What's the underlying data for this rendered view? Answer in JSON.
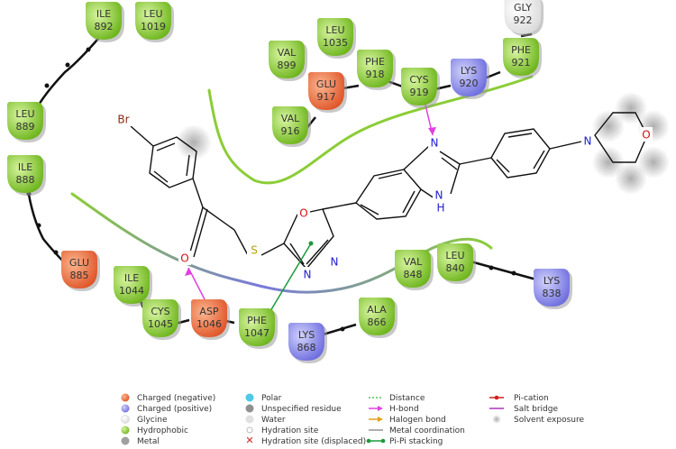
{
  "residues": [
    {
      "name": "ILE",
      "num": "892",
      "type": "hydrophobic"
    },
    {
      "name": "LEU",
      "num": "1019",
      "type": "hydrophobic"
    },
    {
      "name": "LEU",
      "num": "1035",
      "type": "hydrophobic"
    },
    {
      "name": "VAL",
      "num": "899",
      "type": "hydrophobic"
    },
    {
      "name": "GLU",
      "num": "917",
      "type": "negative"
    },
    {
      "name": "VAL",
      "num": "916",
      "type": "hydrophobic"
    },
    {
      "name": "PHE",
      "num": "918",
      "type": "hydrophobic"
    },
    {
      "name": "CYS",
      "num": "919",
      "type": "hydrophobic"
    },
    {
      "name": "LYS",
      "num": "920",
      "type": "positive"
    },
    {
      "name": "PHE",
      "num": "921",
      "type": "hydrophobic"
    },
    {
      "name": "GLY",
      "num": "922",
      "type": "glycine"
    },
    {
      "name": "LEU",
      "num": "889",
      "type": "hydrophobic"
    },
    {
      "name": "ILE",
      "num": "888",
      "type": "hydrophobic"
    },
    {
      "name": "GLU",
      "num": "885",
      "type": "negative"
    },
    {
      "name": "ILE",
      "num": "1044",
      "type": "hydrophobic"
    },
    {
      "name": "CYS",
      "num": "1045",
      "type": "hydrophobic"
    },
    {
      "name": "ASP",
      "num": "1046",
      "type": "negative"
    },
    {
      "name": "PHE",
      "num": "1047",
      "type": "hydrophobic"
    },
    {
      "name": "LYS",
      "num": "868",
      "type": "positive"
    },
    {
      "name": "ALA",
      "num": "866",
      "type": "hydrophobic"
    },
    {
      "name": "VAL",
      "num": "848",
      "type": "hydrophobic"
    },
    {
      "name": "LEU",
      "num": "840",
      "type": "hydrophobic"
    },
    {
      "name": "LYS",
      "num": "838",
      "type": "positive"
    }
  ],
  "atoms": {
    "br": "Br",
    "o_ketone": "O",
    "s": "S",
    "o_ring": "O",
    "n1": "N",
    "n2": "N",
    "n_benz": "N",
    "nh_benz": "N",
    "h_benz": "H",
    "n_morph": "N",
    "o_morph": "O"
  },
  "legend": {
    "col1": [
      "Charged (negative)",
      "Charged (positive)",
      "Glycine",
      "Hydrophobic",
      "Metal"
    ],
    "col2": [
      "Polar",
      "Unspecified residue",
      "Water",
      "Hydration site",
      "Hydration site (displaced)"
    ],
    "col3": [
      "Distance",
      "H-bond",
      "Halogen bond",
      "Metal coordination",
      "Pi-Pi stacking"
    ],
    "col4": [
      "Pi-cation",
      "Salt bridge",
      "Solvent exposure"
    ]
  },
  "colors": {
    "hydrophobic": "#8fd13a",
    "negative": "#f07a4a",
    "positive": "#8e8ef0",
    "glycine": "#f2f2f2",
    "polar": "#50c8e8",
    "hbond": "#e040e0",
    "pipi": "#1a9a3a",
    "pocket": "#7ec820"
  }
}
